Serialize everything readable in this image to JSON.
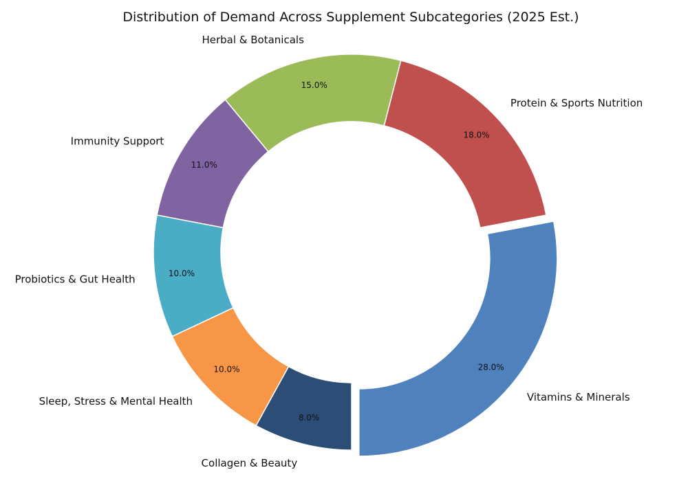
{
  "chart_data": {
    "type": "pie",
    "style": "donut",
    "title": "Distribution of Demand Across Supplement Subcategories (2025 Est.)",
    "categories": [
      "Vitamins & Minerals",
      "Protein & Sports Nutrition",
      "Herbal & Botanicals",
      "Immunity Support",
      "Probiotics & Gut Health",
      "Sleep, Stress & Mental Health",
      "Collagen & Beauty"
    ],
    "values": [
      28.0,
      18.0,
      15.0,
      11.0,
      10.0,
      10.0,
      8.0
    ],
    "value_labels": [
      "28.0%",
      "18.0%",
      "15.0%",
      "11.0%",
      "10.0%",
      "10.0%",
      "8.0%"
    ],
    "colors": [
      "#4f81bd",
      "#c0504d",
      "#9bbb59",
      "#8064a2",
      "#4bacc6",
      "#f79646",
      "#2c4d75"
    ],
    "exploded": [
      "Vitamins & Minerals"
    ],
    "direction": "counterclockwise",
    "legend": "none"
  }
}
